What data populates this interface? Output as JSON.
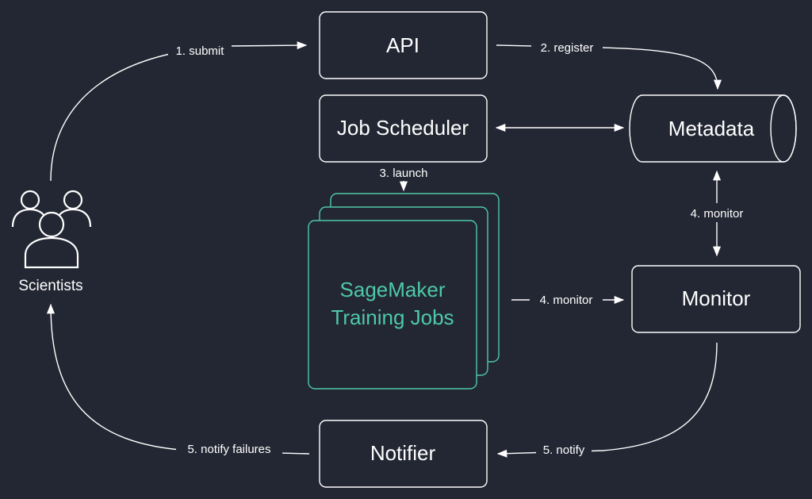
{
  "nodes": {
    "api": "API",
    "job_scheduler": "Job Scheduler",
    "metadata": "Metadata",
    "monitor": "Monitor",
    "notifier": "Notifier",
    "training_jobs_line1": "SageMaker",
    "training_jobs_line2": "Training Jobs",
    "scientists": "Scientists"
  },
  "edges": {
    "submit": "1. submit",
    "register": "2. register",
    "launch": "3. launch",
    "monitor_metadata": "4. monitor",
    "monitor_jobs": "4. monitor",
    "notify": "5. notify",
    "notify_failures": "5. notify failures"
  },
  "colors": {
    "background": "#232733",
    "line": "#ffffff",
    "accent": "#4ec9a8"
  },
  "icons": {
    "scientists": "people-group-icon"
  }
}
